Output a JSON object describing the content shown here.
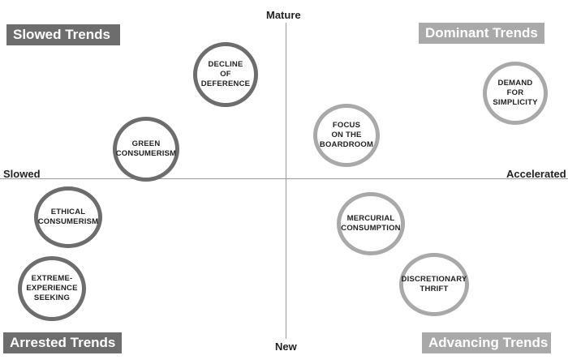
{
  "axes": {
    "top": "Mature",
    "bottom": "New",
    "left": "Slowed",
    "right": "Accelerated"
  },
  "colors": {
    "dark": "#6d6d6d",
    "light": "#a9a9a9"
  },
  "quadrants": {
    "top_left": "Slowed Trends",
    "top_right": "Dominant Trends",
    "bottom_left": "Arrested Trends",
    "bottom_right": "Advancing Trends"
  },
  "trends": {
    "decline_of_deference": "DECLINE\nOF\nDEFERENCE",
    "green_consumerism": "GREEN\nCONSUMERISM",
    "ethical_consumerism": "ETHICAL\nCONSUMERISM",
    "extreme_experience_seeking": "EXTREME-\nEXPERIENCE\nSEEKING",
    "focus_on_the_boardroom": "FOCUS\nON THE\nBOARDROOM",
    "demand_for_simplicity": "DEMAND\nFOR\nSIMPLICITY",
    "mercurial_consumption": "MERCURIAL\nCONSUMPTION",
    "discretionary_thrift": "DISCRETIONARY\nTHRIFT"
  }
}
